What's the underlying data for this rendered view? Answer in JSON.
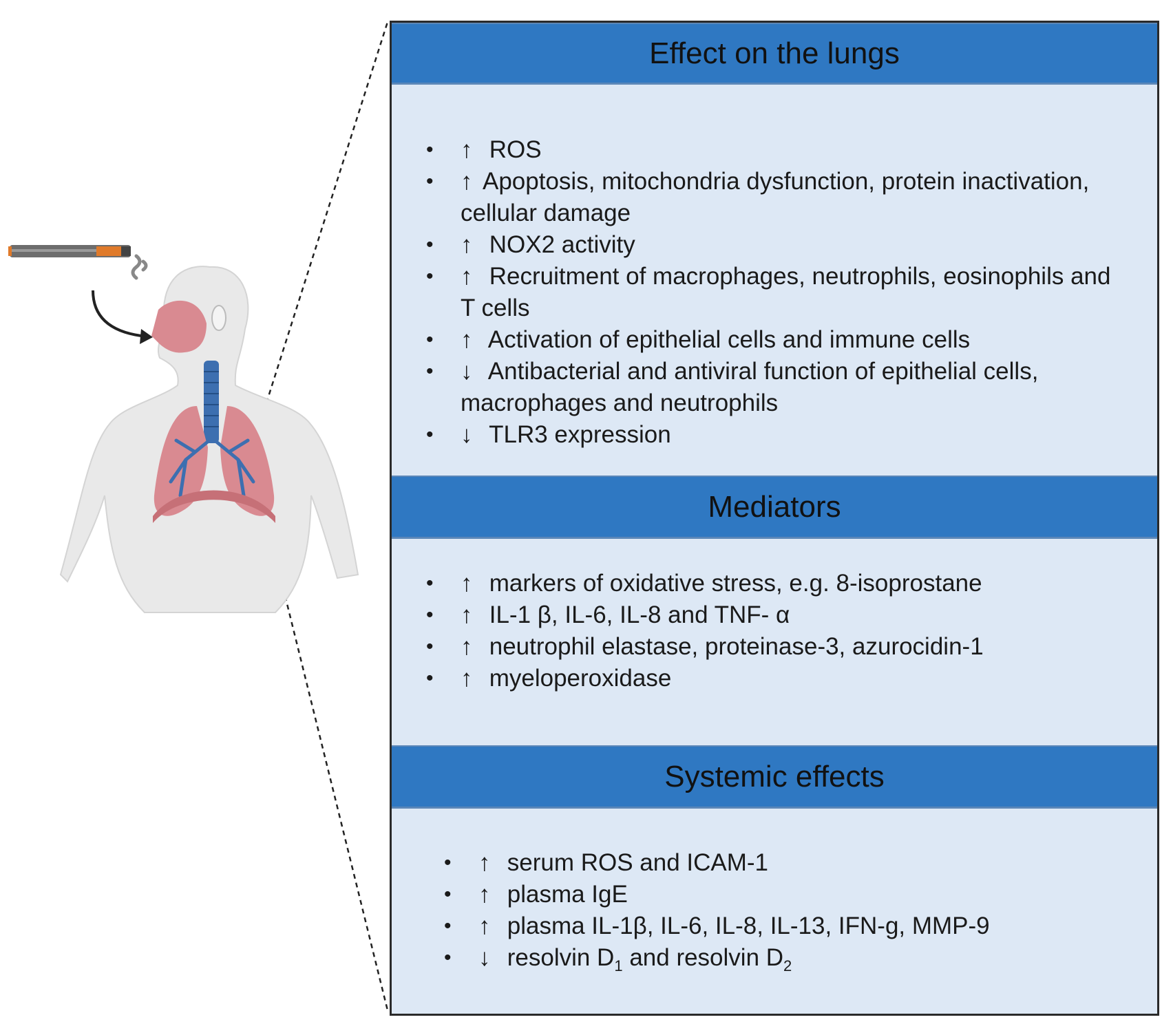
{
  "colors": {
    "header_bg": "#2f78c2",
    "body_bg": "#dde8f5",
    "border": "#2a2a2a",
    "lungs": "#d98a91",
    "airway": "#3d6fb0",
    "silhouette": "#e9e9e9"
  },
  "icons": {
    "device": "e-cigarette-icon",
    "vapor": "vapor-icon",
    "inhale_arrow": "curved-arrow-icon",
    "figure": "human-respiratory-system-icon",
    "up": "up-arrow-icon",
    "down": "down-arrow-icon"
  },
  "sections": [
    {
      "title": "Effect on the lungs",
      "items": [
        {
          "arrow": "↑",
          "text": "ROS"
        },
        {
          "arrow": "↑",
          "text": "Apoptosis, mitochondria dysfunction, protein inactivation, cellular damage"
        },
        {
          "arrow": "↑",
          "text": "NOX2 activity"
        },
        {
          "arrow": "↑",
          "text": "Recruitment of macrophages, neutrophils, eosinophils  and T cells"
        },
        {
          "arrow": "↑",
          "text": "Activation of epithelial cells and immune cells"
        },
        {
          "arrow": "↓",
          "text": "Antibacterial and antiviral function of epithelial cells, macrophages and neutrophils"
        },
        {
          "arrow": "↓",
          "text": "TLR3 expression"
        }
      ]
    },
    {
      "title": "Mediators",
      "items": [
        {
          "arrow": "↑",
          "text": "markers of oxidative stress, e.g. 8-isoprostane"
        },
        {
          "arrow": "↑",
          "text": "IL-1 β, IL-6, IL-8 and TNF- α"
        },
        {
          "arrow": "↑",
          "text": "neutrophil elastase, proteinase-3, azurocidin-1"
        },
        {
          "arrow": "↑",
          "text": "myeloperoxidase"
        }
      ]
    },
    {
      "title": "Systemic effects",
      "items": [
        {
          "arrow": "↑",
          "text": "serum ROS and ICAM-1"
        },
        {
          "arrow": "↑",
          "text": "plasma IgE"
        },
        {
          "arrow": "↑",
          "text": "plasma  IL-1β, IL-6, IL-8, IL-13, IFN-g, MMP-9"
        },
        {
          "arrow": "↓",
          "text": "resolvin D",
          "sub1": "1",
          "text_mid": " and resolvin D",
          "sub2": "2"
        }
      ]
    }
  ]
}
